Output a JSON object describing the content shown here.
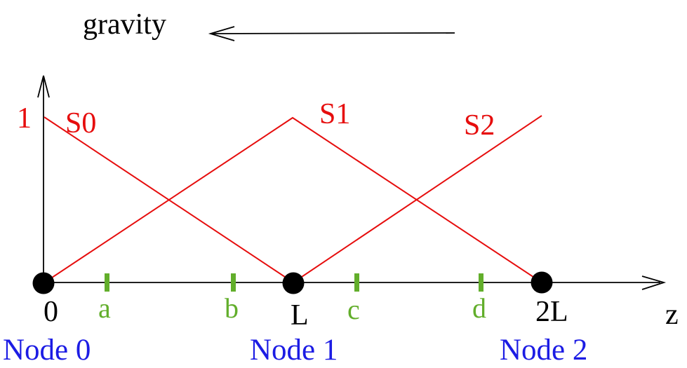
{
  "colors": {
    "function_red": "#e60d0d",
    "tick_green": "#62ae2b",
    "node_blue": "#1c1ce4",
    "ink": "#000000",
    "background": "#ffffff"
  },
  "gravity": {
    "label": "gravity"
  },
  "y_axis": {
    "unit_tick_label": "1"
  },
  "z_axis": {
    "label": "z",
    "origin_label": "0",
    "mid_label": "L",
    "end_label": "2L"
  },
  "shape_functions": {
    "s0": "S0",
    "s1": "S1",
    "s2": "S2"
  },
  "quadrature_points": {
    "a": "a",
    "b": "b",
    "c": "c",
    "d": "d"
  },
  "nodes": {
    "node0": "Node 0",
    "node1": "Node 1",
    "node2": "Node 2"
  },
  "chart_data": {
    "type": "line",
    "title": "",
    "xlabel": "z",
    "ylabel": "",
    "x_tick_labels": [
      "0",
      "a",
      "b",
      "L",
      "c",
      "d",
      "2L"
    ],
    "y_tick_labels": [
      "1"
    ],
    "ylim": [
      0,
      1
    ],
    "series": [
      {
        "name": "S0",
        "color": "#e60d0d",
        "points": [
          [
            "0",
            1
          ],
          [
            "L",
            0
          ]
        ]
      },
      {
        "name": "S1",
        "color": "#e60d0d",
        "points": [
          [
            "0",
            0
          ],
          [
            "L",
            1
          ],
          [
            "2L",
            0
          ]
        ]
      },
      {
        "name": "S2",
        "color": "#e60d0d",
        "points": [
          [
            "L",
            0
          ],
          [
            "2L",
            1
          ]
        ]
      }
    ],
    "node_markers": [
      {
        "label": "Node 0",
        "z": "0"
      },
      {
        "label": "Node 1",
        "z": "L"
      },
      {
        "label": "Node 2",
        "z": "2L"
      }
    ]
  }
}
